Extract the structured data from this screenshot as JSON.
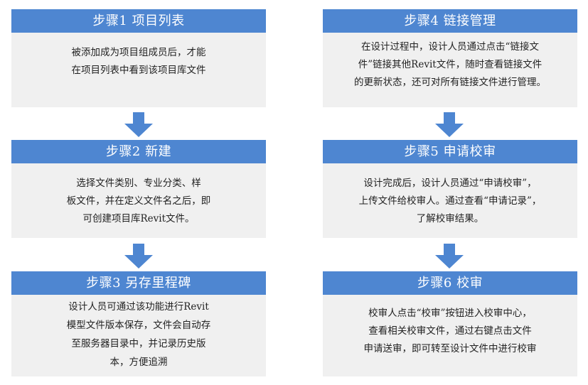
{
  "colors": {
    "header_bg": "#4e86d1",
    "box_bg": "#f0f0f0",
    "arrow": "#4e86d1"
  },
  "steps": [
    {
      "title": "步骤1  项目列表",
      "lines": [
        "被添加成为项目组成员后，才能",
        "在项目列表中看到该项目库文件"
      ]
    },
    {
      "title": "步骤2  新建",
      "lines": [
        "选择文件类别、专业分类、样",
        "板文件，并在定义文件名之后，即",
        "可创建项目库Revit文件。"
      ]
    },
    {
      "title": "步骤3 另存里程碑",
      "lines": [
        "设计人员可通过该功能进行Revit",
        "模型文件版本保存，文件会自动存",
        "至服务器目录中，并记录历史版",
        "本，方便追溯"
      ]
    },
    {
      "title": "步骤4 链接管理",
      "lines": [
        "在设计过程中，设计人员通过点击“链接文",
        "件”链接其他Revit文件，随时查看链接文件",
        "的更新状态，还可对所有链接文件进行管理。"
      ]
    },
    {
      "title": "步骤5 申请校审",
      "lines": [
        "设计完成后，设计人员通过“申请校审”，",
        "上传文件给校审人。通过查看“申请记录”，",
        "了解校审结果。"
      ]
    },
    {
      "title": "步骤6 校审",
      "lines": [
        "校审人点击“校审”按钮进入校审中心，",
        "查看相关校审文件，通过右键点击文件",
        "申请送审，即可转至设计文件中进行校审"
      ]
    }
  ]
}
